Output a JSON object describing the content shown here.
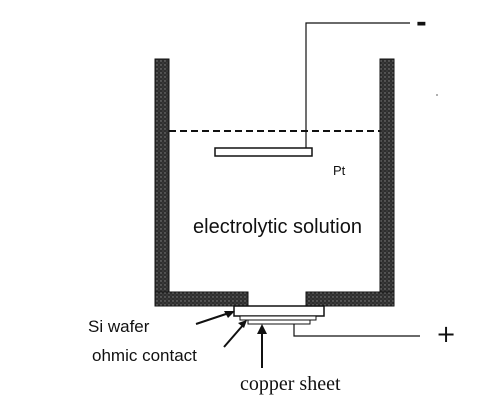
{
  "diagram": {
    "labels": {
      "pt": "Pt",
      "electrolyte": "electrolytic solution",
      "si_wafer": "Si wafer",
      "ohmic_contact": "ohmic contact",
      "copper_sheet": "copper sheet",
      "negative_terminal": "-",
      "positive_terminal": "+"
    },
    "colors": {
      "wall_fill": "#3a3a3a",
      "line": "#111111",
      "background": "#ffffff"
    }
  }
}
